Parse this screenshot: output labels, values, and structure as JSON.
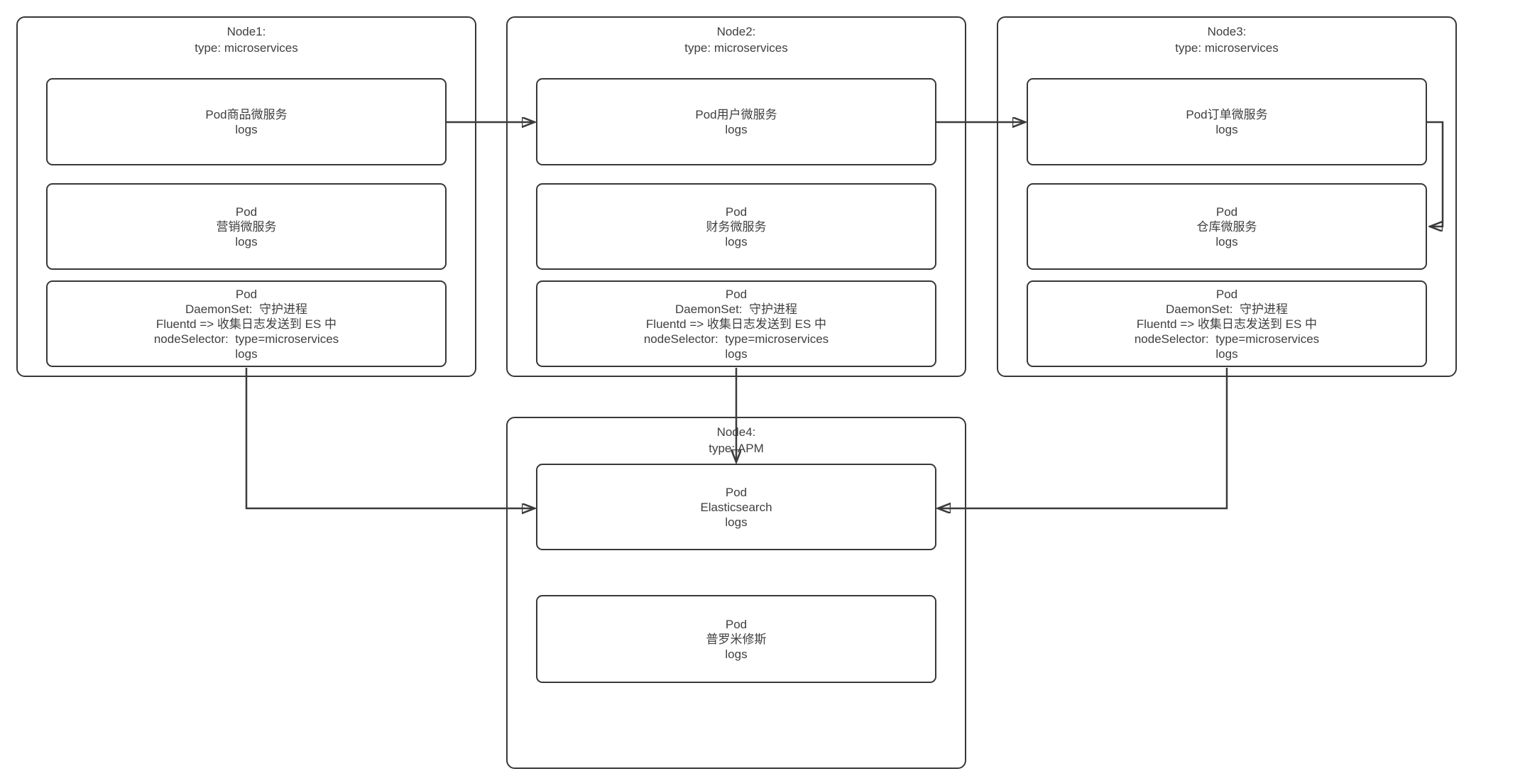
{
  "diagram": {
    "colors": {
      "background": "#ffffff",
      "line": "#3b3b3b",
      "shape_border": "#383838",
      "text": "#3f3f3f"
    },
    "nodes": [
      {
        "id": "node1",
        "title": "Node1:\ntype: microservices",
        "pods": [
          {
            "id": "pod-product-service",
            "text": "Pod商品微服务\nlogs"
          },
          {
            "id": "pod-marketing-service",
            "text": "Pod\n营销微服务\nlogs"
          },
          {
            "id": "pod-daemonset-fluentd",
            "text": "Pod\nDaemonSet:  守护进程\nFluentd => 收集日志发送到 ES 中\nnodeSelector:  type=microservices\nlogs"
          }
        ]
      },
      {
        "id": "node2",
        "title": "Node2:\ntype: microservices",
        "pods": [
          {
            "id": "pod-user-service",
            "text": "Pod用户微服务\nlogs"
          },
          {
            "id": "pod-finance-service",
            "text": "Pod\n财务微服务\nlogs"
          },
          {
            "id": "pod-daemonset-fluentd",
            "text": "Pod\nDaemonSet:  守护进程\nFluentd => 收集日志发送到 ES 中\nnodeSelector:  type=microservices\nlogs"
          }
        ]
      },
      {
        "id": "node3",
        "title": "Node3:\ntype: microservices",
        "pods": [
          {
            "id": "pod-order-service",
            "text": "Pod订单微服务\nlogs"
          },
          {
            "id": "pod-warehouse-service",
            "text": "Pod\n仓库微服务\nlogs"
          },
          {
            "id": "pod-daemonset-fluentd",
            "text": "Pod\nDaemonSet:  守护进程\nFluentd => 收集日志发送到 ES 中\nnodeSelector:  type=microservices\nlogs"
          }
        ]
      },
      {
        "id": "node4",
        "title": "Node4:\ntype: APM",
        "pods": [
          {
            "id": "pod-elasticsearch",
            "text": "Pod\nElasticsearch\nlogs"
          },
          {
            "id": "pod-prometheus",
            "text": "Pod\n普罗米修斯\nlogs"
          }
        ]
      }
    ]
  }
}
